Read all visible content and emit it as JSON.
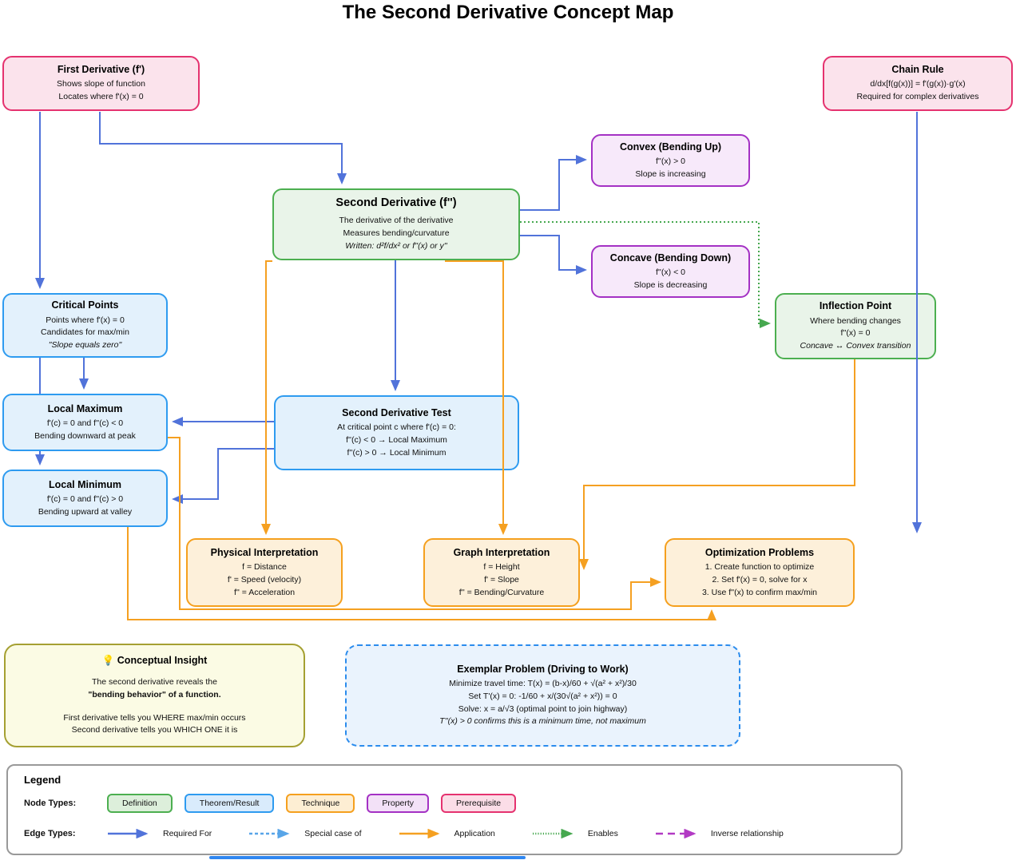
{
  "title": "The Second Derivative Concept Map",
  "nodes": {
    "first_derivative": {
      "title": "First Derivative (f')",
      "lines": [
        "Shows slope of function",
        "Locates where f'(x) = 0"
      ]
    },
    "chain_rule": {
      "title": "Chain Rule",
      "lines": [
        "d/dx[f(g(x))] = f'(g(x))·g'(x)",
        "Required for complex derivatives"
      ]
    },
    "convex": {
      "title": "Convex (Bending Up)",
      "lines": [
        "f''(x) > 0",
        "Slope is increasing"
      ]
    },
    "second_derivative": {
      "title": "Second Derivative (f'')",
      "lines": [
        "The derivative of the derivative",
        "Measures bending/curvature",
        "Written: d²f/dx² or f''(x) or y''"
      ]
    },
    "concave": {
      "title": "Concave (Bending Down)",
      "lines": [
        "f''(x) < 0",
        "Slope is decreasing"
      ]
    },
    "critical_points": {
      "title": "Critical Points",
      "lines": [
        "Points where f'(x) = 0",
        "Candidates for max/min",
        "\"Slope equals zero\""
      ]
    },
    "inflection_point": {
      "title": "Inflection Point",
      "lines": [
        "Where bending changes",
        "f''(x) = 0",
        "Concave ↔ Convex transition"
      ]
    },
    "local_maximum": {
      "title": "Local Maximum",
      "lines": [
        "f'(c) = 0 and f''(c) < 0",
        "Bending downward at peak"
      ]
    },
    "second_derivative_test": {
      "title": "Second Derivative Test",
      "lines": [
        "At critical point c where f'(c) = 0:",
        "f''(c) < 0 → Local Maximum",
        "f''(c) > 0 → Local Minimum"
      ]
    },
    "local_minimum": {
      "title": "Local Minimum",
      "lines": [
        "f'(c) = 0 and f''(c) > 0",
        "Bending upward at valley"
      ]
    },
    "physical_interpretation": {
      "title": "Physical Interpretation",
      "lines": [
        "f = Distance",
        "f' = Speed (velocity)",
        "f'' = Acceleration"
      ]
    },
    "graph_interpretation": {
      "title": "Graph Interpretation",
      "lines": [
        "f = Height",
        "f' = Slope",
        "f'' = Bending/Curvature"
      ]
    },
    "optimization_problems": {
      "title": "Optimization Problems",
      "lines": [
        "1. Create function to optimize",
        "2. Set f'(x) = 0, solve for x",
        "3. Use f''(x) to confirm max/min"
      ]
    },
    "conceptual_insight": {
      "icon": "💡",
      "title": "Conceptual Insight",
      "lines": [
        "The second derivative reveals the",
        "\"bending behavior\" of a function.",
        "First derivative tells you WHERE max/min occurs",
        "Second derivative tells you WHICH ONE it is"
      ]
    },
    "exemplar_problem": {
      "title": "Exemplar Problem (Driving to Work)",
      "lines": [
        "Minimize travel time: T(x) = (b-x)/60 + √(a² + x²)/30",
        "Set T'(x) = 0: -1/60 + x/(30√(a² + x²)) = 0",
        "Solve: x = a/√3 (optimal point to join highway)",
        "T''(x) > 0 confirms this is a minimum time, not maximum"
      ]
    }
  },
  "legend": {
    "title": "Legend",
    "node_types_label": "Node Types:",
    "node_types": [
      {
        "label": "Definition",
        "color": "#4caf50"
      },
      {
        "label": "Theorem/Result",
        "color": "#2e9bf0"
      },
      {
        "label": "Technique",
        "color": "#f5a01e"
      },
      {
        "label": "Property",
        "color": "#a431c4"
      },
      {
        "label": "Prerequisite",
        "color": "#e5326f"
      }
    ],
    "edge_types_label": "Edge Types:",
    "edge_types": [
      {
        "label": "Required For",
        "style": "solid",
        "color": "#5173da"
      },
      {
        "label": "Special case of",
        "style": "dashed",
        "color": "#58a5e8"
      },
      {
        "label": "Application",
        "style": "solid",
        "color": "#f5a021"
      },
      {
        "label": "Enables",
        "style": "dotted",
        "color": "#46a84f"
      },
      {
        "label": "Inverse relationship",
        "style": "long-dash",
        "color": "#b23ac4"
      }
    ]
  },
  "colors": {
    "edge_required_for": "#5173da",
    "edge_application": "#f5a021",
    "edge_enables": "#46a84f",
    "node_definition": "#4caf50",
    "node_theorem": "#2e9bf0",
    "node_technique": "#f5a01e",
    "node_property": "#a431c4",
    "node_prerequisite": "#e5326f",
    "insight_border": "#a5a032"
  }
}
